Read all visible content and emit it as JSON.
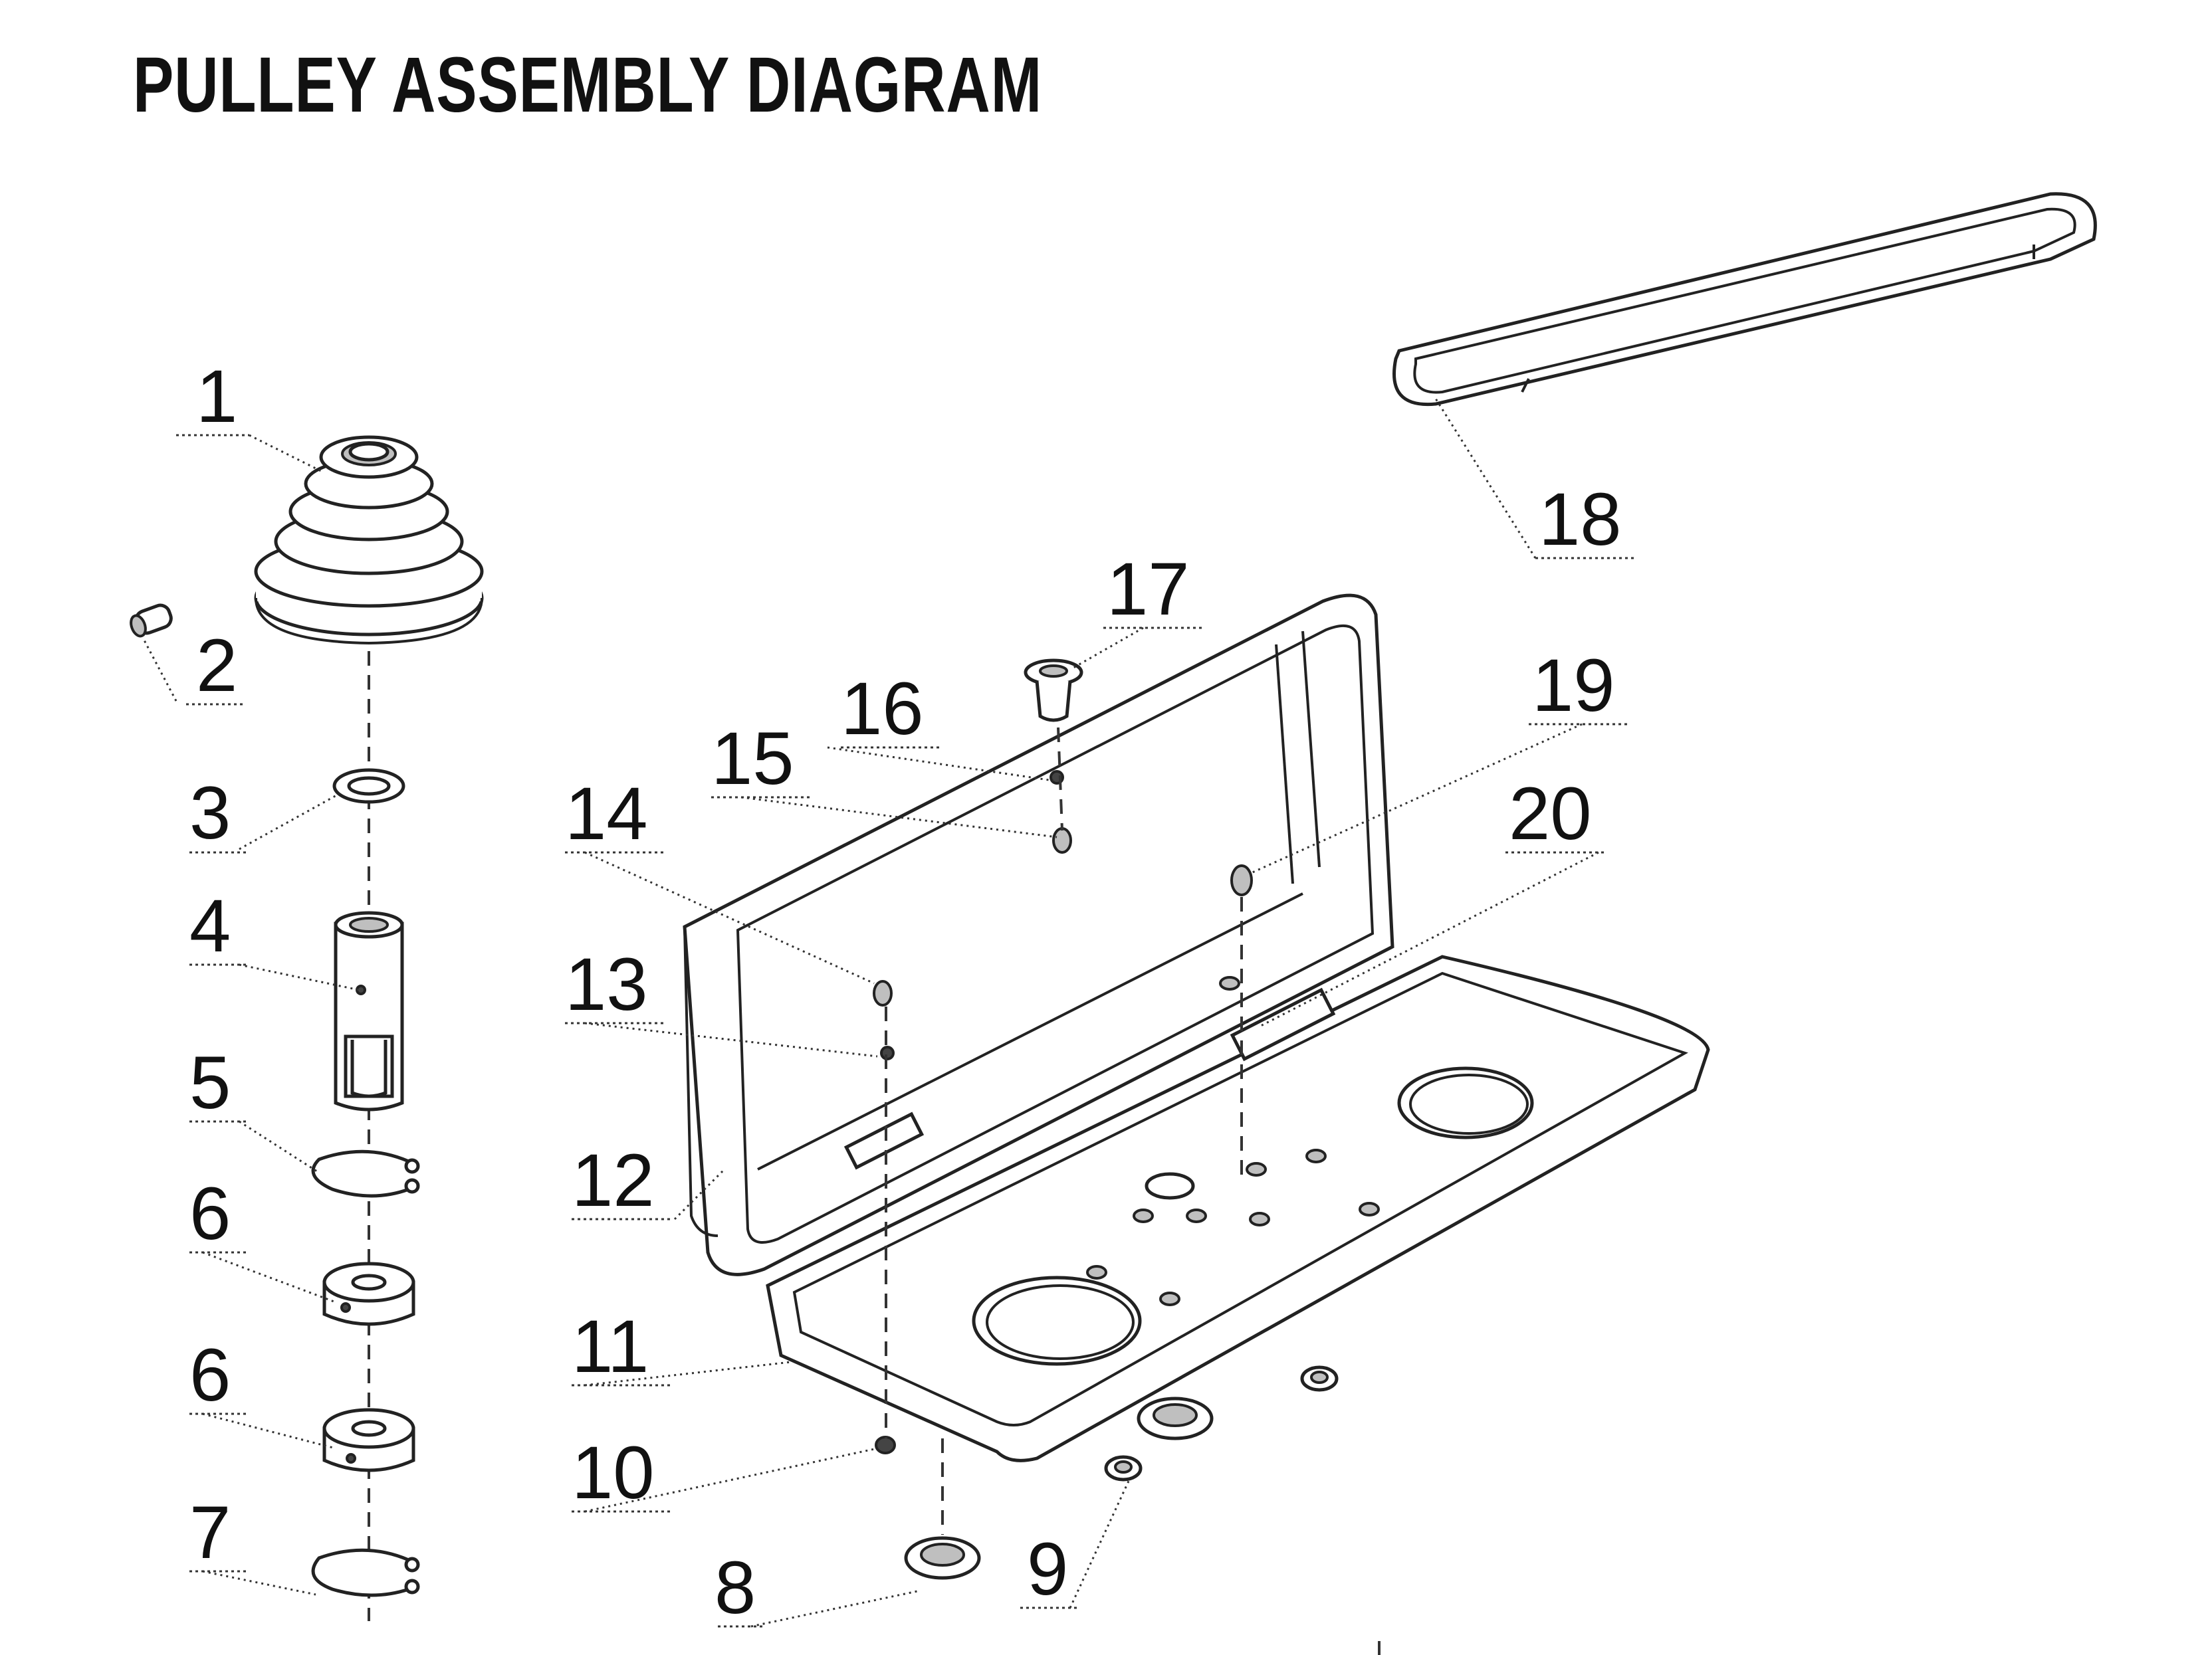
{
  "title": "PULLEY ASSEMBLY DIAGRAM",
  "callouts": [
    "1",
    "2",
    "3",
    "4",
    "5",
    "6",
    "6",
    "7",
    "8",
    "9",
    "10",
    "11",
    "12",
    "13",
    "14",
    "15",
    "16",
    "17",
    "18",
    "19",
    "20"
  ]
}
